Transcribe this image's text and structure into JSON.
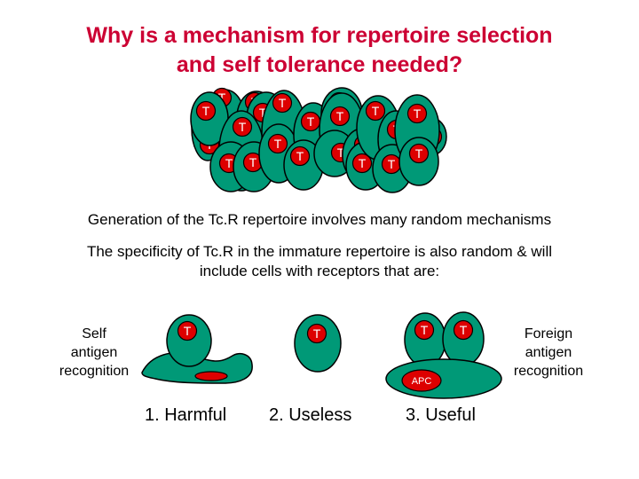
{
  "title": "Why is a mechanism for repertoire selection and self tolerance needed?",
  "title_line1": "Why is a mechanism for repertoire selection",
  "title_line2": "and self tolerance needed?",
  "statement1": "Generation of the Tc.R repertoire involves many random mechanisms",
  "statement2_line1": "The specificity of Tc.R in the immature repertoire is also random & will",
  "statement2_line2": "include cells with receptors that are:",
  "cell_label": "T",
  "apc_label": "APC",
  "self_label": [
    "Self",
    "antigen",
    "recognition"
  ],
  "foreign_label": [
    "Foreign",
    "antigen",
    "recognition"
  ],
  "outcomes": [
    "1. Harmful",
    "2. Useless",
    "3. Useful"
  ],
  "colors": {
    "title": "#cc0033",
    "cell_fill": "#009977",
    "nucleus_fill": "#dd0000",
    "outline": "#000000",
    "cell_label": "#ffffff"
  }
}
